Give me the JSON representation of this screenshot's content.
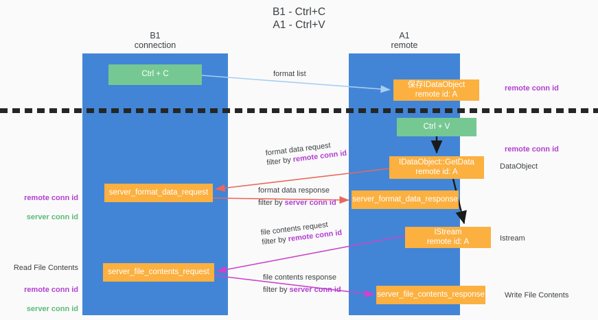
{
  "title": "B1 - Ctrl+C\nA1 - Ctrl+V",
  "lanes": [
    {
      "name": "b1",
      "header": "B1\nconnection"
    },
    {
      "name": "a1",
      "header": "A1\nremote"
    }
  ],
  "nodes": [
    {
      "id": "n-ctrlc",
      "label": "Ctrl + C",
      "color": "#76c893"
    },
    {
      "id": "n-save",
      "label": "保存IDataObject\nremote id: A",
      "color": "#fbb040"
    },
    {
      "id": "n-ctrlv",
      "label": "Ctrl + V",
      "color": "#76c893"
    },
    {
      "id": "n-getdata",
      "label": "IDataObject::GetData\nremote id: A",
      "color": "#fbb040"
    },
    {
      "id": "n-sfdreq",
      "label": "server_format_data_request",
      "color": "#fbb040"
    },
    {
      "id": "n-sfdres",
      "label": "server_format_data_response",
      "color": "#fbb040"
    },
    {
      "id": "n-istream",
      "label": "IStream\nremote id: A",
      "color": "#fbb040"
    },
    {
      "id": "n-sfcreq",
      "label": "server_file_contents_request",
      "color": "#fbb040"
    },
    {
      "id": "n-sfcres",
      "label": "server_file_contents_response",
      "color": "#fbb040"
    }
  ],
  "edge_labels": {
    "format_list": "format list",
    "format_data_request": "format data request",
    "format_data_request_filter_prefix": "filter by ",
    "format_data_request_filter_key": "remote conn id",
    "format_data_response": "format data response",
    "format_data_response_filter_prefix": "filter by ",
    "format_data_response_filter_key": "server conn id",
    "file_contents_request": "file contents request",
    "file_contents_request_filter_prefix": "filter by ",
    "file_contents_request_filter_key": "remote conn id",
    "file_contents_response": "file contents response",
    "file_contents_response_filter_prefix": "filter by ",
    "file_contents_response_filter_key": "server conn id"
  },
  "right_labels": {
    "remote_conn_id_top": "remote conn id",
    "remote_conn_id_mid": "remote conn id",
    "data_object": "DataObject",
    "istream": "Istream",
    "write_file_contents": "Write File Contents"
  },
  "left_labels": {
    "conn_block_1": "remote conn id\nserver conn id",
    "read_file_contents": "Read File Contents",
    "conn_block_2": "remote conn id\nserver conn id"
  },
  "colors": {
    "lane": "#4285d6",
    "node_green": "#76c893",
    "node_orange": "#fbb040",
    "purple": "#b23fd0",
    "green_text": "#5cb97a",
    "arrow_light_blue": "#a8cdf0",
    "arrow_red": "#e8685d",
    "arrow_magenta": "#cc44cc",
    "arrow_black": "#1a1a1a",
    "divider": "#262626",
    "background": "#fafafa"
  }
}
